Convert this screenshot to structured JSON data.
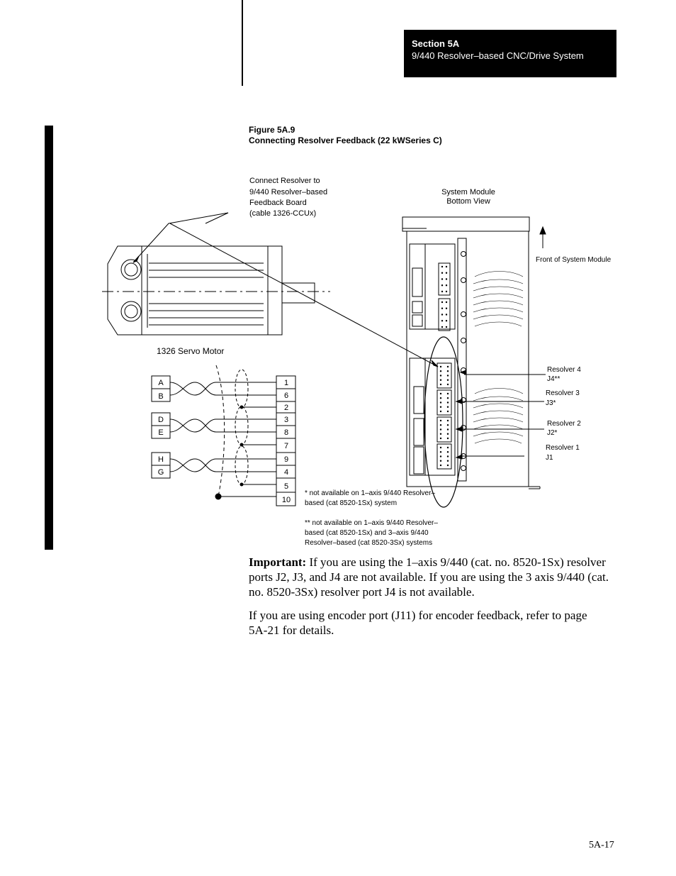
{
  "header": {
    "section_title": "Section 5A",
    "section_subtitle": "9/440 Resolver–based CNC/Drive System"
  },
  "figure": {
    "number": "Figure 5A.9",
    "title": "Connecting Resolver Feedback (22 kWSeries C)",
    "callout_lines": [
      "Connect Resolver to",
      "9/440 Resolver–based",
      "Feedback Board",
      "(cable 1326-CCUx)"
    ],
    "module_view_lines": [
      "System Module",
      "Bottom View"
    ],
    "front_label": "Front of System Module",
    "motor_label": "1326 Servo Motor",
    "motor_pins": [
      "A",
      "B",
      "D",
      "E",
      "H",
      "G"
    ],
    "board_pins": [
      "1",
      "6",
      "2",
      "3",
      "8",
      "7",
      "9",
      "4",
      "5",
      "10"
    ],
    "resolvers": [
      {
        "name": "Resolver 4",
        "port": "J4**"
      },
      {
        "name": "Resolver 3",
        "port": "J3*"
      },
      {
        "name": "Resolver 2",
        "port": "J2*"
      },
      {
        "name": "Resolver 1",
        "port": "J1"
      }
    ],
    "note_single": [
      "*  not available on 1–axis 9/440 Resolver–",
      "based (cat 8520-1Sx) system"
    ],
    "note_double": [
      "** not  available on 1–axis 9/440 Resolver–",
      "based (cat 8520-1Sx) and 3–axis 9/440",
      "Resolver–based (cat 8520-3Sx) systems"
    ]
  },
  "body": {
    "important_label": "Important:",
    "important_text": " If you are using the 1–axis 9/440 (cat. no. 8520-1Sx) resolver ports J2, J3, and J4 are not available.  If you are using the 3 axis 9/440 (cat. no. 8520-3Sx) resolver port J4 is not available.",
    "encoder_text": "If you are using encoder port (J11) for encoder feedback, refer to page 5A-21 for details."
  },
  "page_number": "5A-17"
}
